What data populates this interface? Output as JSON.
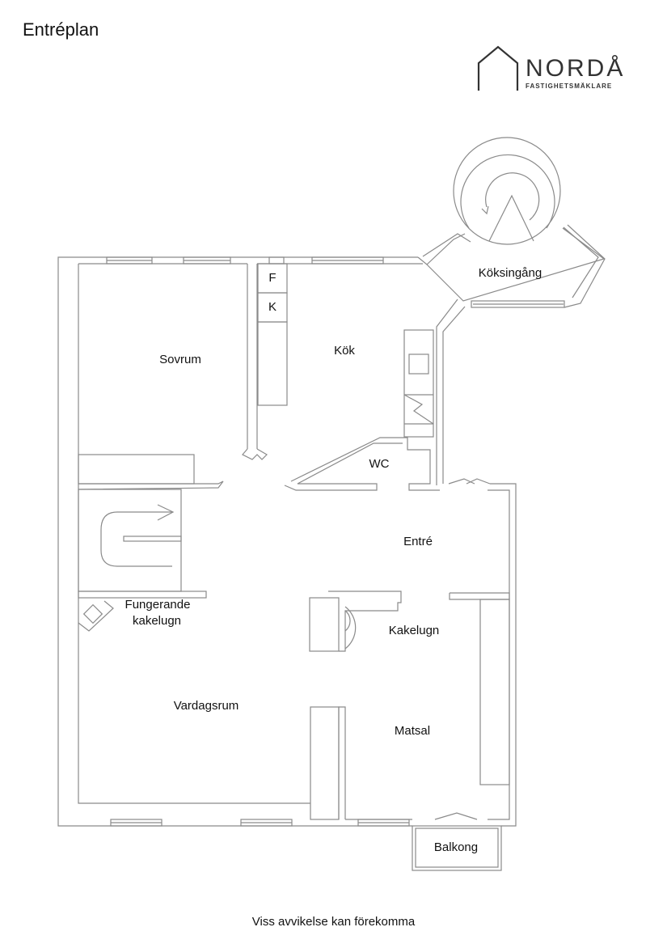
{
  "header": {
    "title": "Entréplan"
  },
  "logo": {
    "name": "NORDÅ",
    "subtitle": "FASTIGHETSMÄKLARE"
  },
  "rooms": {
    "sovrum": "Sovrum",
    "kok": "Kök",
    "koksingang": "Köksingång",
    "wc": "WC",
    "entre": "Entré",
    "fungerande_kakelugn_line1": "Fungerande",
    "fungerande_kakelugn_line2": "kakelugn",
    "kakelugn": "Kakelugn",
    "vardagsrum": "Vardagsrum",
    "matsal": "Matsal",
    "balkong": "Balkong"
  },
  "appliances": {
    "fridge": "F",
    "freezer": "K"
  },
  "colors": {
    "wall": "#8a8a8a",
    "text": "#111111",
    "logo": "#333333"
  },
  "footer": {
    "disclaimer": "Viss avvikelse kan förekomma"
  }
}
